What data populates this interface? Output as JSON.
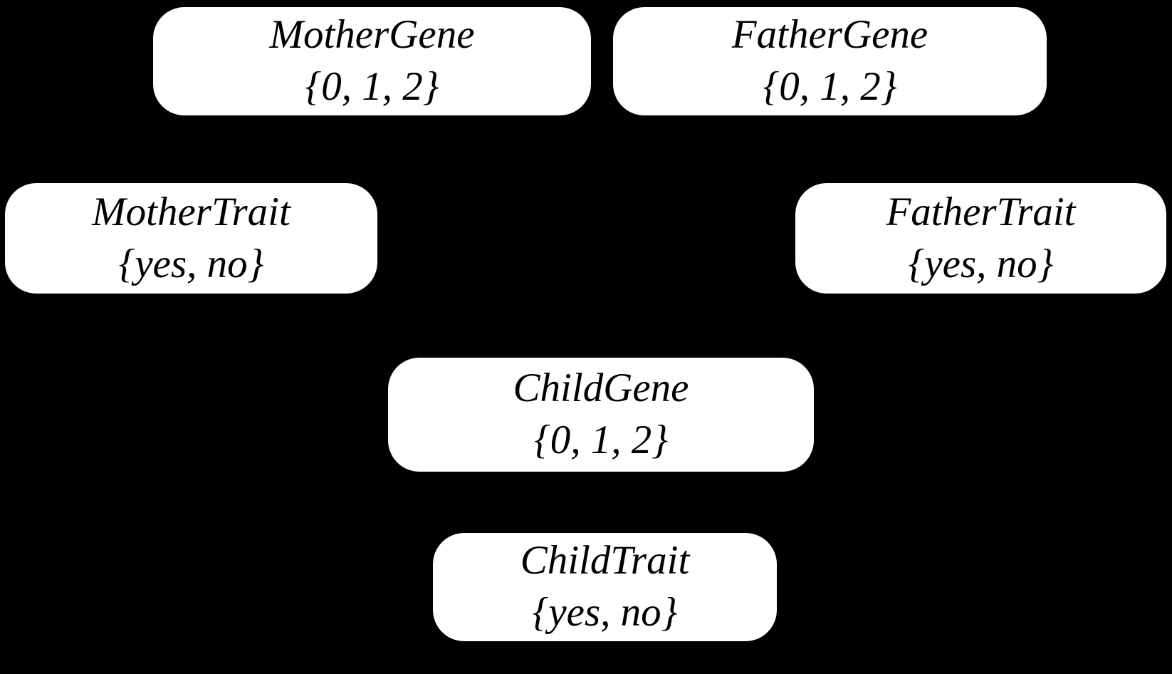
{
  "diagram": {
    "type": "bayesian-network",
    "background_color": "#000000",
    "node_fill_color": "#ffffff",
    "node_text_color": "#000000",
    "nodes": [
      {
        "id": "mother-gene",
        "title": "MotherGene",
        "values": "{0, 1, 2}"
      },
      {
        "id": "father-gene",
        "title": "FatherGene",
        "values": "{0, 1, 2}"
      },
      {
        "id": "mother-trait",
        "title": "MotherTrait",
        "values": "{yes, no}"
      },
      {
        "id": "father-trait",
        "title": "FatherTrait",
        "values": "{yes, no}"
      },
      {
        "id": "child-gene",
        "title": "ChildGene",
        "values": "{0, 1, 2}"
      },
      {
        "id": "child-trait",
        "title": "ChildTrait",
        "values": "{yes, no}"
      }
    ]
  }
}
